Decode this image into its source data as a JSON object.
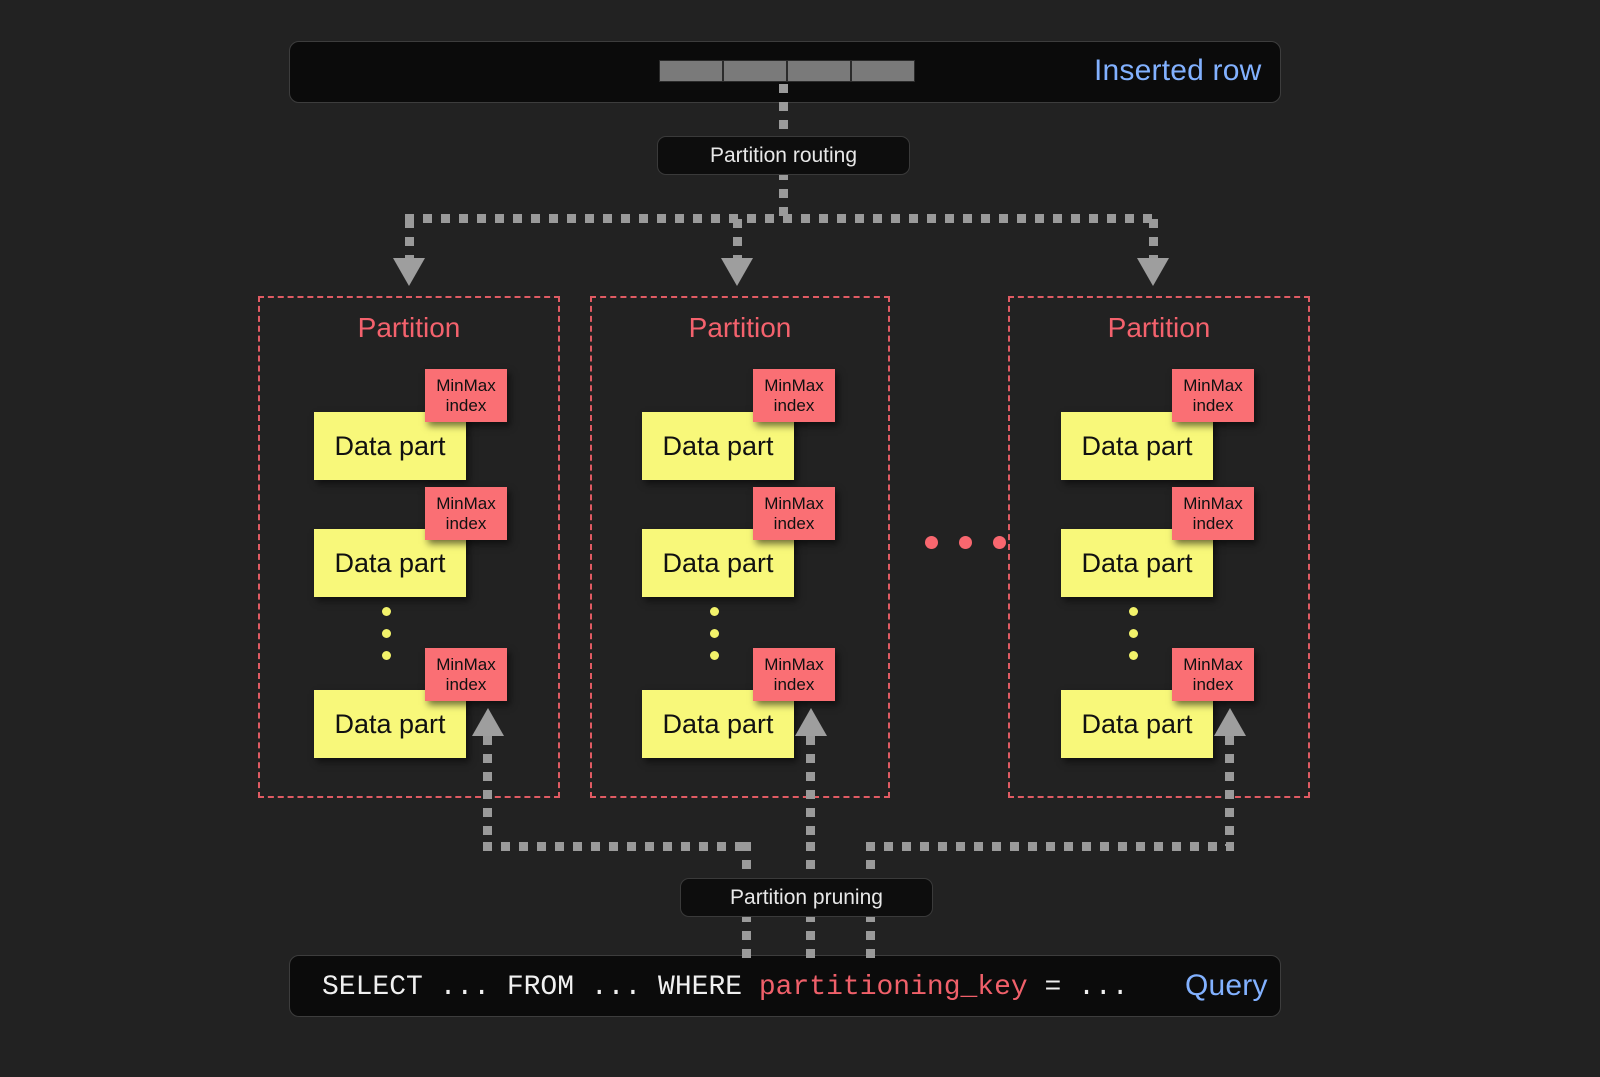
{
  "diagram": {
    "background_color": "#222222",
    "accent_blue": "#82b1ff",
    "accent_red": "#f4626d",
    "datapart_yellow": "#f8f87a",
    "minmax_red": "#fa6f74",
    "connector_gray": "#9a9a9a"
  },
  "inserted_row": {
    "label": "Inserted row",
    "cell_count": 4
  },
  "routing": {
    "label": "Partition routing"
  },
  "pruning": {
    "label": "Partition pruning"
  },
  "partitions": [
    {
      "title": "Partition",
      "parts": [
        {
          "part_label": "Data part",
          "index_line1": "MinMax",
          "index_line2": "index"
        },
        {
          "part_label": "Data part",
          "index_line1": "MinMax",
          "index_line2": "index"
        },
        {
          "part_label": "Data part",
          "index_line1": "MinMax",
          "index_line2": "index"
        }
      ],
      "ellipsis": "vertical"
    },
    {
      "title": "Partition",
      "parts": [
        {
          "part_label": "Data part",
          "index_line1": "MinMax",
          "index_line2": "index"
        },
        {
          "part_label": "Data part",
          "index_line1": "MinMax",
          "index_line2": "index"
        },
        {
          "part_label": "Data part",
          "index_line1": "MinMax",
          "index_line2": "index"
        }
      ],
      "ellipsis": "vertical"
    },
    {
      "title": "Partition",
      "parts": [
        {
          "part_label": "Data part",
          "index_line1": "MinMax",
          "index_line2": "index"
        },
        {
          "part_label": "Data part",
          "index_line1": "MinMax",
          "index_line2": "index"
        },
        {
          "part_label": "Data part",
          "index_line1": "MinMax",
          "index_line2": "index"
        }
      ],
      "ellipsis": "vertical"
    }
  ],
  "partition_ellipsis": "• • •",
  "query": {
    "label": "Query",
    "prefix": "SELECT ... FROM ... WHERE ",
    "keyword": "partitioning_key",
    "suffix": " = ..."
  }
}
